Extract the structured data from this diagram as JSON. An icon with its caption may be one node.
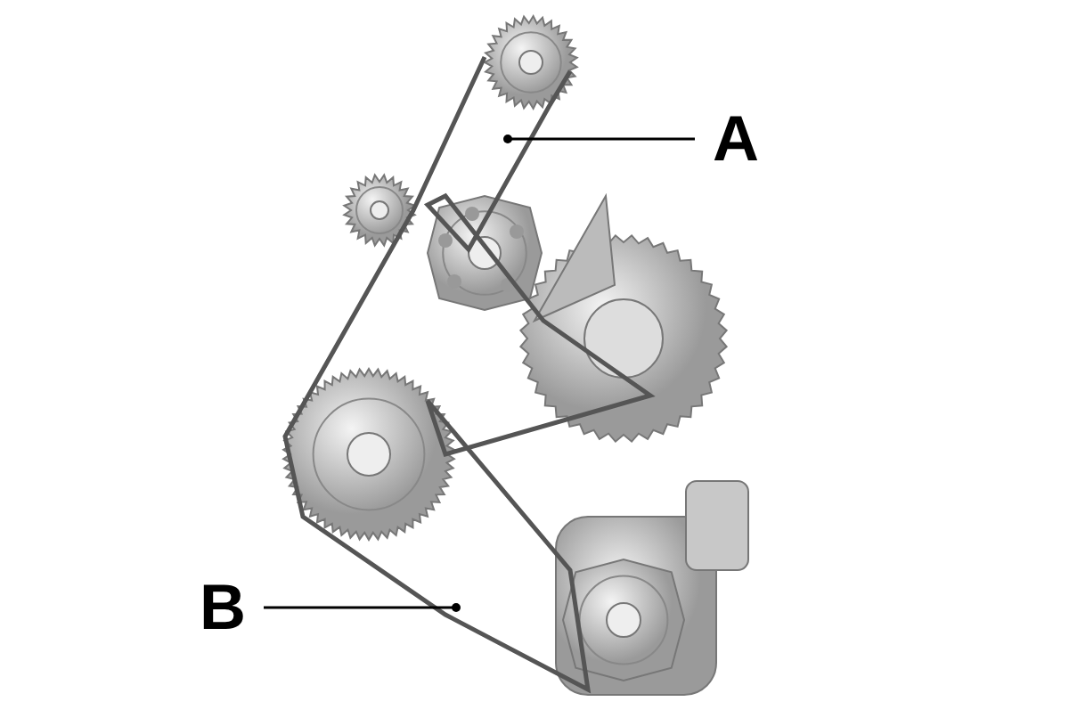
{
  "diagram": {
    "nodes": [
      {
        "text": [
          "A"
        ]
      },
      {
        "text": [
          "B"
        ]
      }
    ],
    "edges": [
      {
        "from": 0,
        "to": null,
        "arrow": "other"
      },
      {
        "from": 1,
        "to": null,
        "arrow": "other"
      }
    ]
  }
}
